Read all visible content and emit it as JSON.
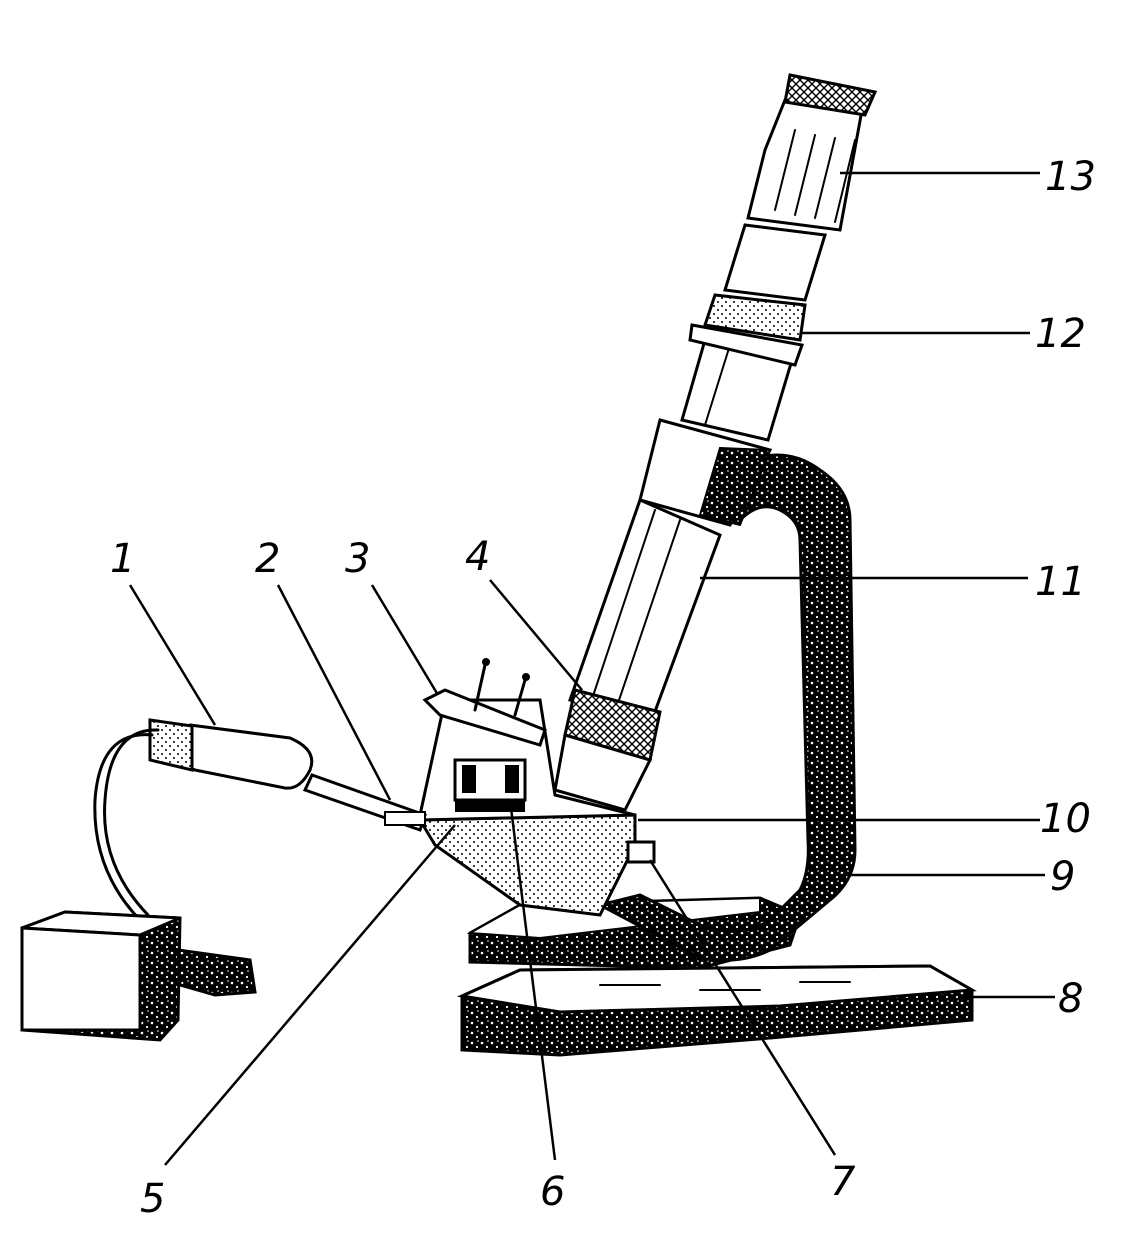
{
  "diagram": {
    "labels": [
      {
        "id": "1",
        "text": "1"
      },
      {
        "id": "2",
        "text": "2"
      },
      {
        "id": "3",
        "text": "3"
      },
      {
        "id": "4",
        "text": "4"
      },
      {
        "id": "5",
        "text": "5"
      },
      {
        "id": "6",
        "text": "6"
      },
      {
        "id": "7",
        "text": "7"
      },
      {
        "id": "8",
        "text": "8"
      },
      {
        "id": "9",
        "text": "9"
      },
      {
        "id": "10",
        "text": "10"
      },
      {
        "id": "11",
        "text": "11"
      },
      {
        "id": "12",
        "text": "12"
      },
      {
        "id": "13",
        "text": "13"
      }
    ]
  }
}
